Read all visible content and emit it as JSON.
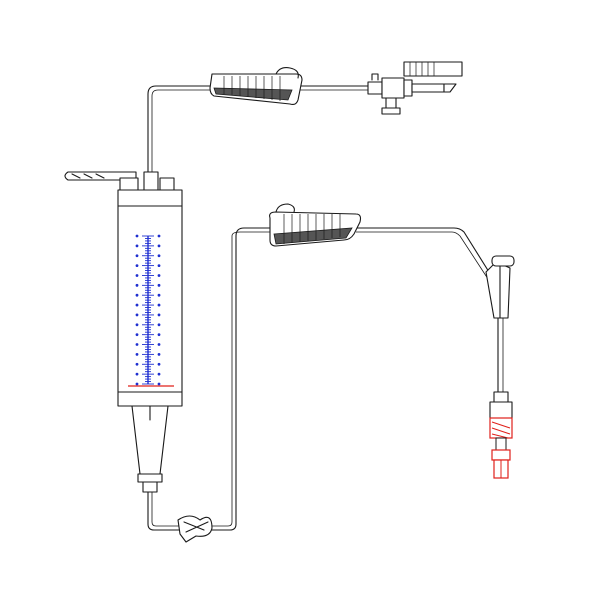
{
  "diagram": {
    "kind": "iv-burette-infusion-set",
    "colors": {
      "outline": "#1a1a1a",
      "scale": "#1f2fd0",
      "connector": "#e0201a",
      "clamp_shade": "#555555",
      "background": "#ffffff"
    },
    "burette_scale": {
      "major_tick_count": 15,
      "minor_per_major": 4
    },
    "icons": [
      "burette-chamber",
      "roller-clamp",
      "spike",
      "y-site",
      "luer-connector",
      "slide-clamp"
    ]
  }
}
